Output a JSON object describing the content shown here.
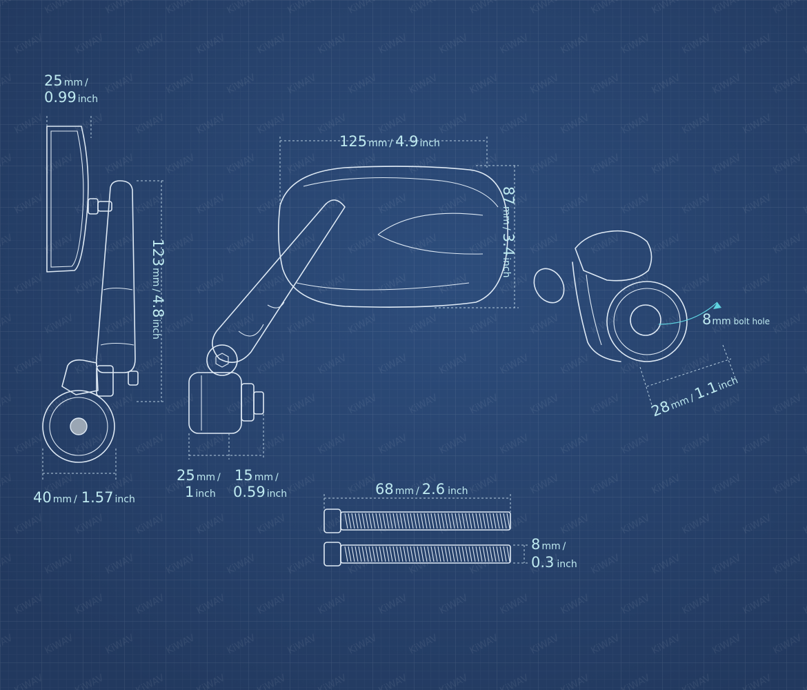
{
  "watermark": "KiWAV",
  "colors": {
    "background": "#26436f",
    "line": "#dfeaf5",
    "text": "#bfeaf0",
    "accent": "#5fd3e0"
  },
  "dimensions": {
    "side_top": {
      "value": "25",
      "unit": "mm",
      "sep": "/",
      "alt": "0.99",
      "alt_unit": "inch"
    },
    "side_height": {
      "value": "123",
      "unit": "mm",
      "sep": "/",
      "alt": "4.8",
      "alt_unit": "inch"
    },
    "side_bottom": {
      "value": "40",
      "unit": "mm",
      "sep": "/",
      "alt": "1.57",
      "alt_unit": "inch"
    },
    "mirror_width": {
      "value": "125",
      "unit": "mm",
      "sep": "/",
      "alt": "4.9",
      "alt_unit": "inch"
    },
    "mirror_height": {
      "value": "87",
      "unit": "mm",
      "sep": "/",
      "alt": "3.4",
      "alt_unit": "inch"
    },
    "mount_a": {
      "value": "25",
      "unit": "mm",
      "sep": "/",
      "alt": "1",
      "alt_unit": "inch"
    },
    "mount_b": {
      "value": "15",
      "unit": "mm",
      "sep": "/",
      "alt": "0.59",
      "alt_unit": "inch"
    },
    "bolt_length": {
      "value": "68",
      "unit": "mm",
      "sep": "/",
      "alt": "2.6",
      "alt_unit": "inch"
    },
    "bolt_diameter": {
      "value": "8",
      "unit": "mm",
      "sep": "/",
      "alt": "0.3",
      "alt_unit": "inch"
    },
    "clamp": {
      "value": "28",
      "unit": "mm",
      "sep": "/",
      "alt": "1.1",
      "alt_unit": "inch"
    },
    "bolt_hole": {
      "value": "8",
      "unit": "mm",
      "label": "bolt hole"
    }
  }
}
